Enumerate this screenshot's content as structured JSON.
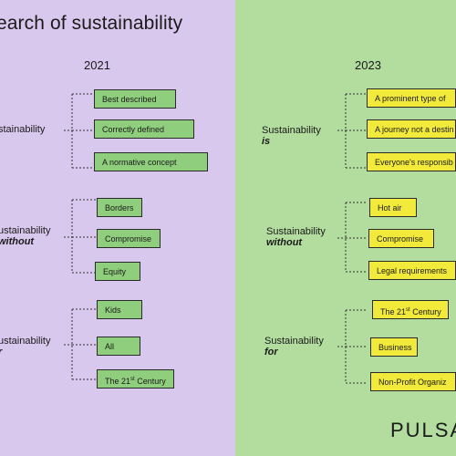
{
  "title": "earch of sustainability",
  "colors": {
    "left_bg": "#d9c8ee",
    "right_bg": "#b3dd9f",
    "green_box": "#8fce7c",
    "yellow_box": "#f2ea3b"
  },
  "left": {
    "year": "2021",
    "groups": [
      {
        "label": "stainability",
        "qualifier": "",
        "items": [
          "Best described",
          "Correctly defined",
          "A normative concept"
        ]
      },
      {
        "label": "ustainability",
        "qualifier": "without",
        "items": [
          "Borders",
          "Compromise",
          "Equity"
        ]
      },
      {
        "label": "ustainability",
        "qualifier": "r",
        "items": [
          "Kids",
          "All",
          "The 21st Century"
        ]
      }
    ]
  },
  "right": {
    "year": "2023",
    "groups": [
      {
        "label": "Sustainability",
        "qualifier": "is",
        "items": [
          "A prominent type of",
          "A journey not a destin",
          "Everyone's responsib"
        ]
      },
      {
        "label": "Sustainability",
        "qualifier": "without",
        "items": [
          "Hot air",
          "Compromise",
          "Legal requirements"
        ]
      },
      {
        "label": "Sustainability",
        "qualifier": "for",
        "items": [
          "The 21st Century",
          "Business",
          "Non-Profit Organiz"
        ]
      }
    ]
  },
  "brand": "PULSA"
}
